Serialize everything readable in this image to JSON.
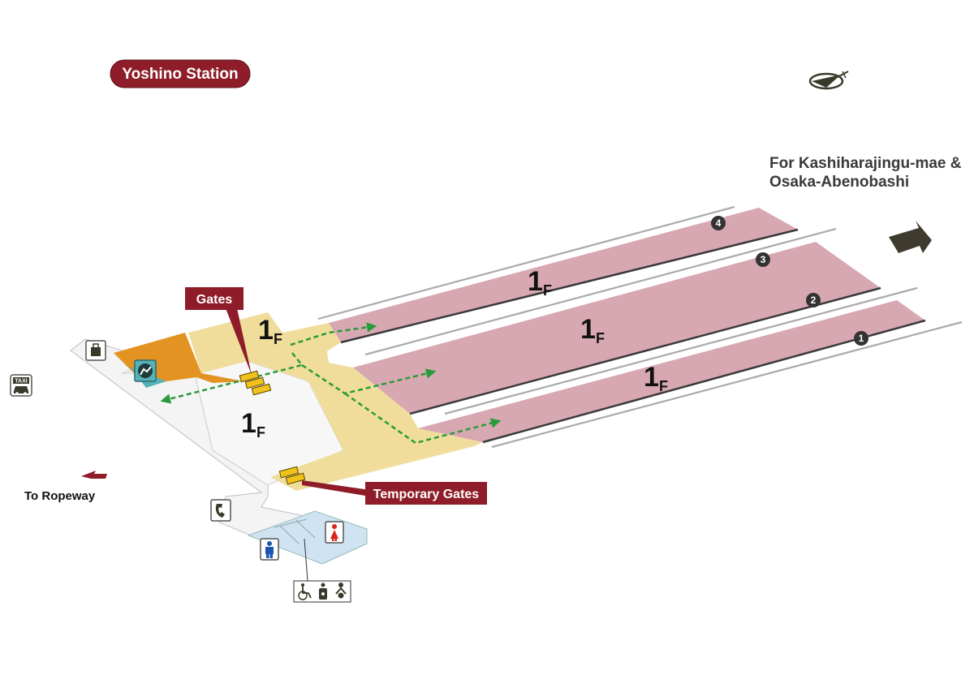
{
  "station": {
    "name": "Yoshino Station"
  },
  "floors": {
    "level_main": "1",
    "level_suffix": "F"
  },
  "labels": {
    "gates": "Gates",
    "temporary_gates": "Temporary Gates",
    "to_ropeway": "To Ropeway",
    "destination_line1": "For Kashiharajingu-mae &",
    "destination_line2": "Osaka-Abenobashi"
  },
  "platforms": [
    {
      "number": "4"
    },
    {
      "number": "3"
    },
    {
      "number": "2"
    },
    {
      "number": "1"
    }
  ],
  "icons": {
    "taxi_text": "TAXI",
    "list": [
      "north-arrow-icon",
      "taxi-icon",
      "locker-icon",
      "waiting-room-icon",
      "telephone-icon",
      "mens-toilet-icon",
      "womens-toilet-icon",
      "wheelchair-icon",
      "ostomate-icon",
      "baby-care-icon"
    ]
  },
  "colors": {
    "platform": "#d8a8b2",
    "concourse": "#f0dd9c",
    "shop": "#e39322",
    "floor_gray": "#f4f4f4",
    "toilet": "#cfe3f2",
    "label_red": "#8e1d29",
    "route_green": "#2a9b3b",
    "gate_yellow": "#f1c21a"
  }
}
